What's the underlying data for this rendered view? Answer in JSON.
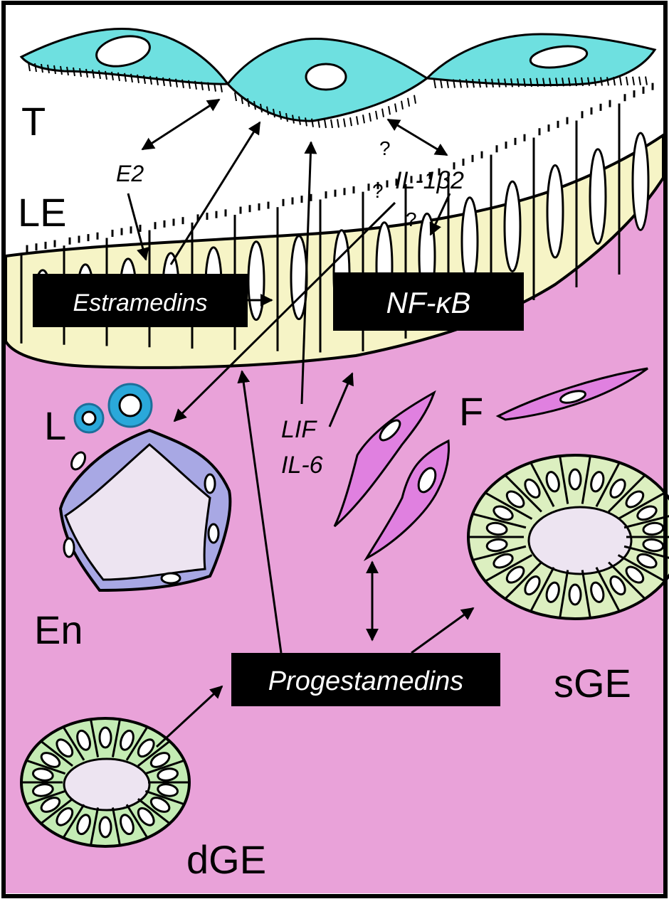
{
  "diagram": {
    "region_labels": {
      "trophoblast": "T",
      "luminal_epithelium": "LE",
      "lymphocytes": "L",
      "fibroblasts": "F",
      "endothelium": "En",
      "superficial_glands": "sGE",
      "deep_glands": "dGE"
    },
    "signals": {
      "e2": "E2",
      "il1b2": "IL-1β2",
      "lif": "LIF",
      "il6": "IL-6",
      "q1": "?",
      "q2": "?",
      "q3": "?"
    },
    "boxes": {
      "estramedins": "Estramedins",
      "nfkb": "NF-κB",
      "progestamedins": "Progestamedins"
    },
    "colors": {
      "stroma": "#E9A2D9",
      "trophoblast": "#6EE0E0",
      "luminal_epithelium": "#F6F4C6",
      "endothelium": "#A8A8E4",
      "lumen": "#EDE4F1",
      "lymphocyte": "#2AA8DA",
      "fibroblast": "#E080E0",
      "gland": "#DCEFC0",
      "gland_dark": "#C4ECB4",
      "box": "#000000"
    }
  }
}
